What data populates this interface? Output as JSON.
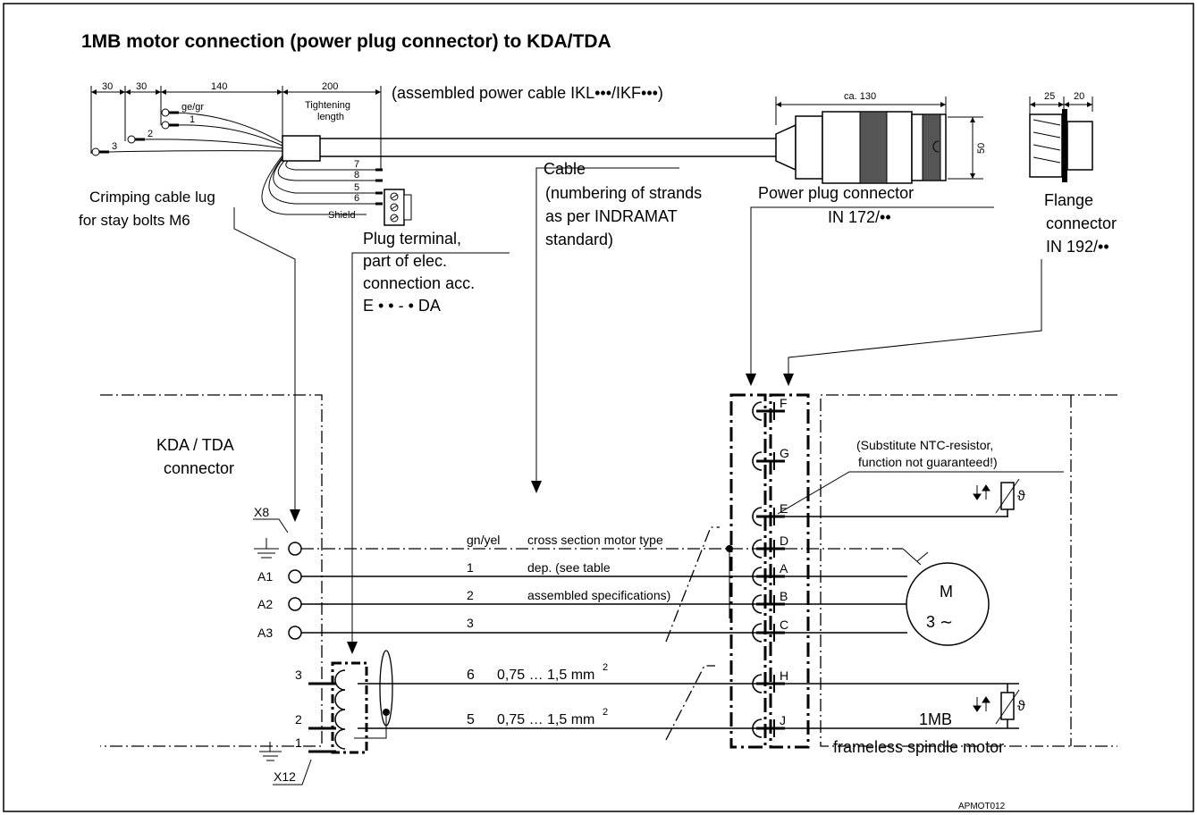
{
  "title": "1MB motor connection (power plug connector) to KDA/TDA",
  "drawing_id": "APMOT012",
  "cable_top": {
    "assembled_label": "(assembled power cable IKL•••/IKF•••)",
    "dims": {
      "d1": "30",
      "d2": "30",
      "d3": "140",
      "d4": "200",
      "d5": "ca. 130",
      "d6": "25",
      "d7": "20",
      "d8": "50"
    },
    "tightening": [
      "Tightening",
      "length"
    ],
    "wires_left": {
      "gegr": "ge/gr",
      "w1": "1",
      "w2": "2",
      "w3": "3"
    },
    "wires_right": {
      "w7": "7",
      "w8": "8",
      "w5": "5",
      "w6": "6",
      "shield": "Shield"
    },
    "crimp": [
      "Crimping cable lug",
      "for stay bolts M6"
    ],
    "plug_terminal": [
      "Plug terminal,",
      "part of elec.",
      "connection acc.",
      "E • • - • DA"
    ],
    "cable": [
      "Cable",
      "(numbering of strands",
      "as per  INDRAMAT",
      "standard)"
    ],
    "power_plug": [
      "Power plug connector",
      "IN 172/••"
    ],
    "flange": [
      "Flange",
      "connector",
      "IN 192/••"
    ]
  },
  "schematic": {
    "kda": [
      "KDA / TDA",
      "connector"
    ],
    "x8": "X8",
    "x12": "X12",
    "term_labels": [
      "A1",
      "A2",
      "A3"
    ],
    "x12_pins": [
      "3",
      "2",
      "1"
    ],
    "wire_rows": {
      "gnyel": "gn/yel",
      "cross": "cross section motor type",
      "n1": "1",
      "dep": "dep. (see table",
      "n2": "2",
      "asm": "assembled specifications)",
      "n3": "3",
      "n6": "6",
      "s6": "0,75 … 1,5 mm",
      "n5": "5",
      "s5": "0,75 … 1,5 mm",
      "sup": "2"
    },
    "pins": [
      "F",
      "G",
      "E",
      "D",
      "A",
      "B",
      "C",
      "H",
      "J"
    ],
    "ntc": [
      "(Substitute NTC-resistor,",
      "function not guaranteed!)"
    ],
    "theta": "ϑ",
    "motor": {
      "m": "M",
      "phase": "3 ∼"
    },
    "motor_label": [
      "1MB",
      "frameless spindle motor"
    ]
  }
}
